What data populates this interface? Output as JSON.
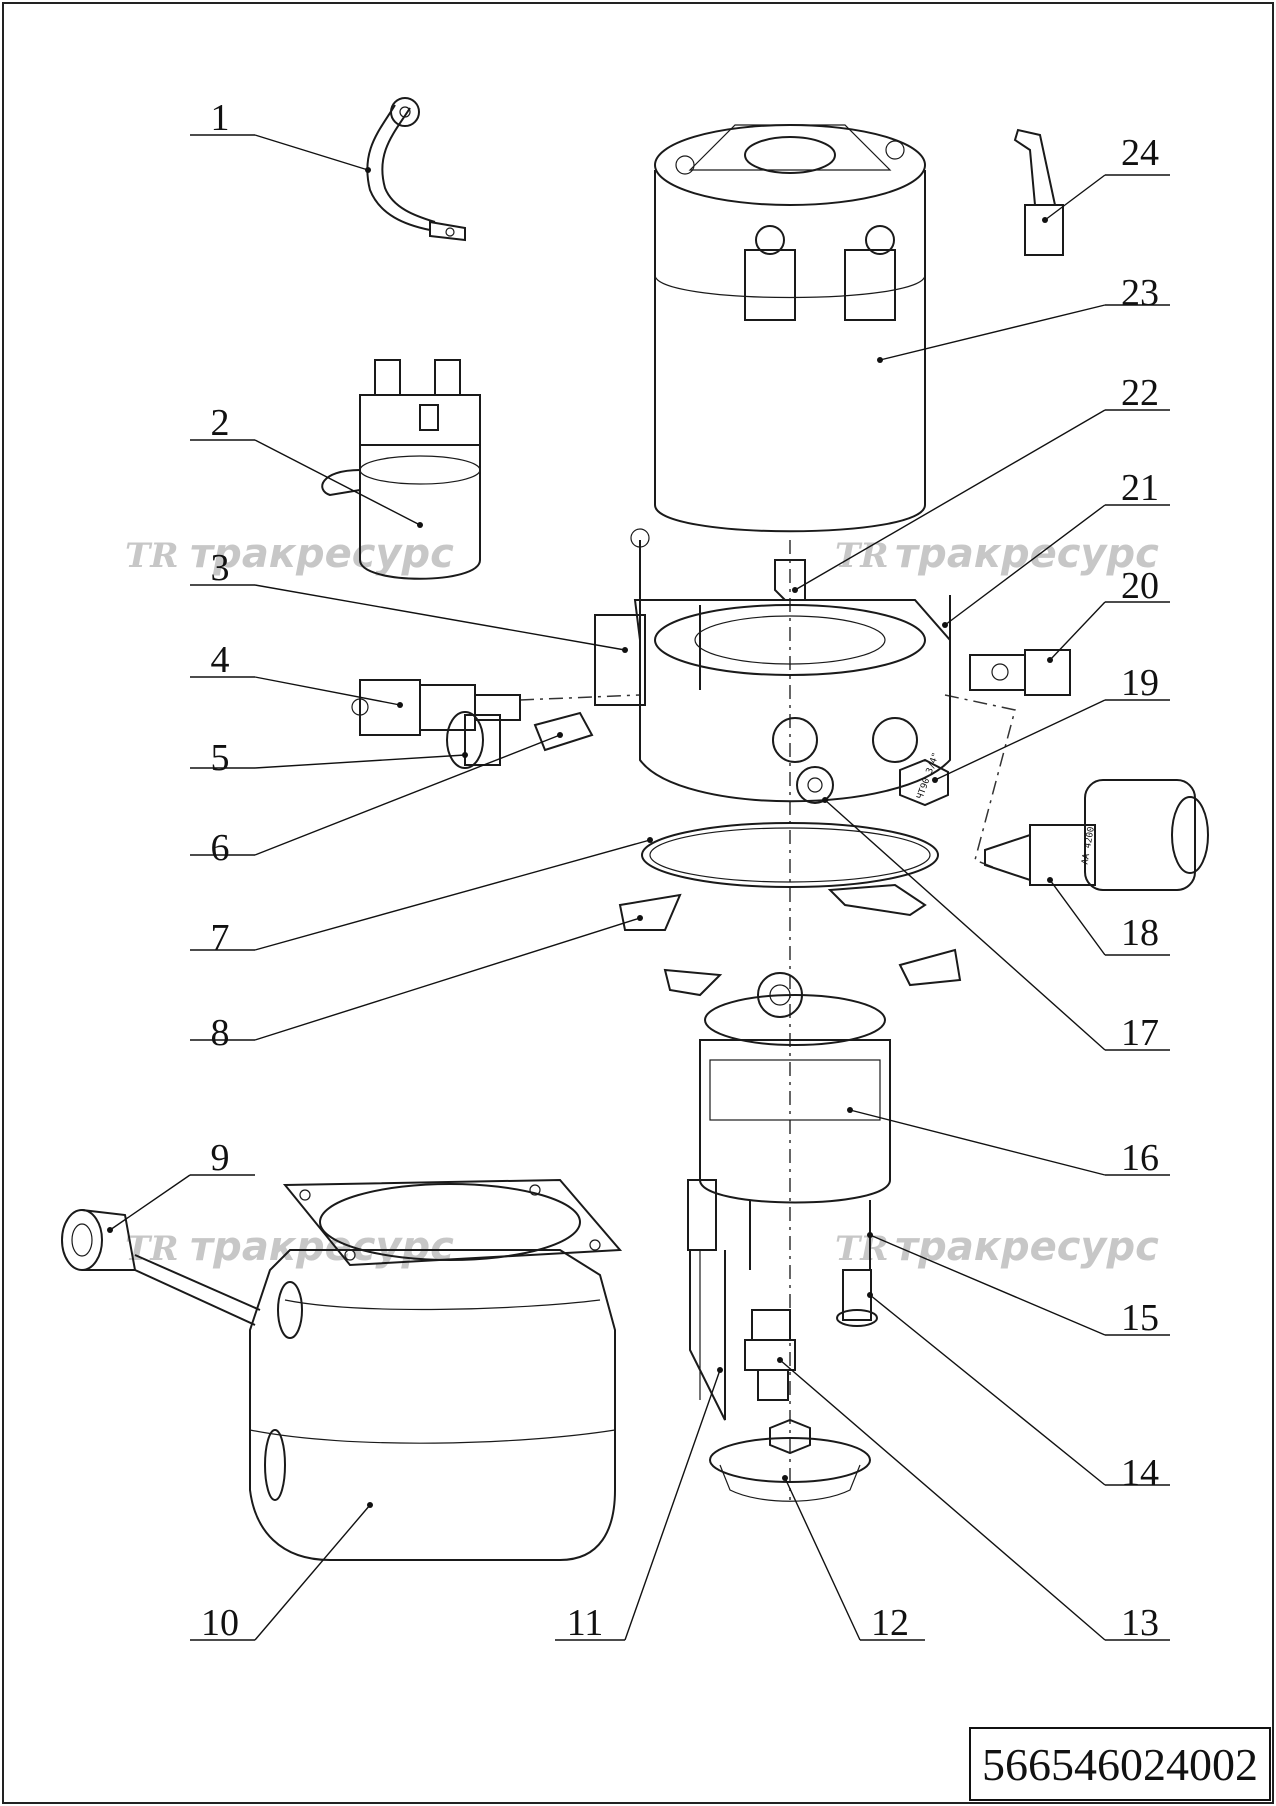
{
  "drawing": {
    "document_number": "566546024002",
    "watermark_logo": "TR",
    "watermark_text": "тракресурс",
    "callouts": [
      "1",
      "2",
      "3",
      "4",
      "5",
      "6",
      "7",
      "8",
      "9",
      "10",
      "11",
      "12",
      "13",
      "14",
      "15",
      "16",
      "17",
      "18",
      "19",
      "20",
      "21",
      "22",
      "23",
      "24"
    ],
    "part_markings": {
      "valve_plug": "ЧТ90 3/4\"",
      "solenoid_body": "AA 4200"
    }
  }
}
